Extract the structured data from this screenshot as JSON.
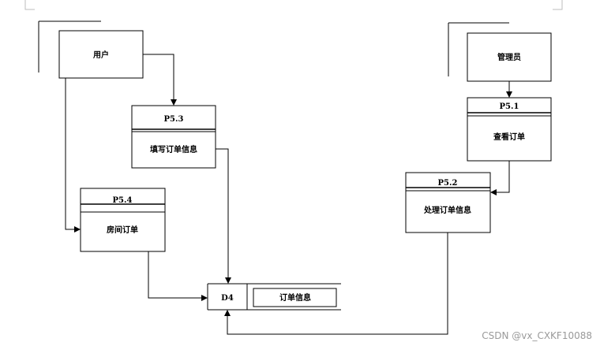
{
  "entities": {
    "user": "用户",
    "admin": "管理员"
  },
  "processes": {
    "p53": {
      "id": "P5.3",
      "label": "填写订单信息"
    },
    "p54": {
      "id": "P5.4",
      "label": "房间订单"
    },
    "p51": {
      "id": "P5.1",
      "label": "查看订单"
    },
    "p52": {
      "id": "P5.2",
      "label": "处理订单信息"
    }
  },
  "datastore": {
    "id": "D4",
    "label": "订单信息"
  },
  "watermark": "CSDN @vx_CXKF10088"
}
